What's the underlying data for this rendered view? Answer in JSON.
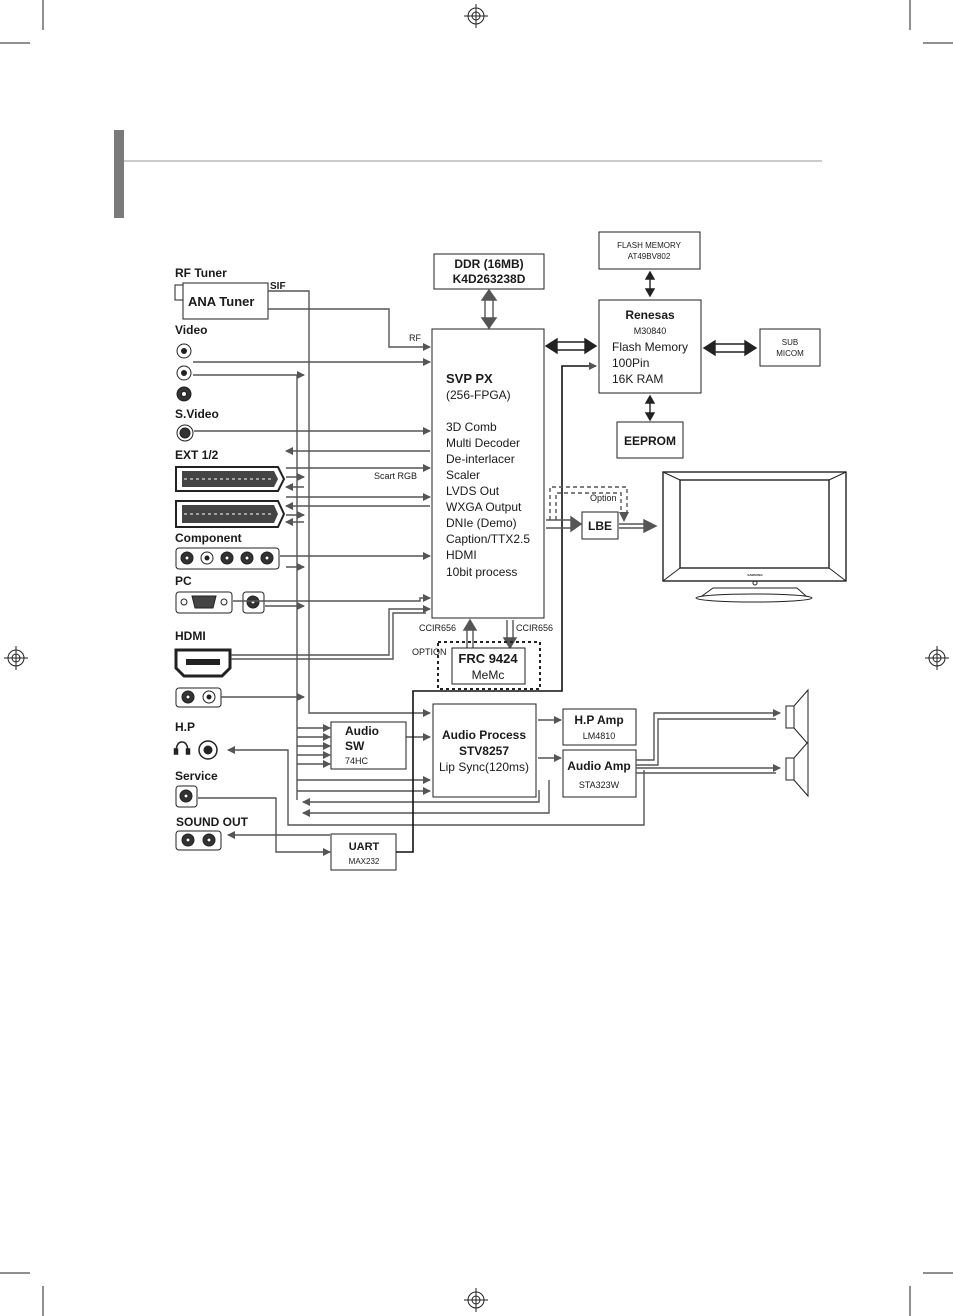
{
  "inputs": {
    "rf_tuner": "RF Tuner",
    "ana_tuner": "ANA Tuner",
    "sif": "SIF",
    "rf": "RF",
    "video": "Video",
    "svideo": "S.Video",
    "ext": "EXT 1/2",
    "scart_rgb": "Scart RGB",
    "component": "Component",
    "pc": "PC",
    "hdmi": "HDMI",
    "hp": "H.P",
    "service": "Service",
    "sound_out": "SOUND OUT"
  },
  "ddr": {
    "line1": "DDR (16MB)",
    "line2": "K4D263238D"
  },
  "flash": {
    "line1": "FLASH MEMORY",
    "line2": "AT49BV802"
  },
  "renesas": {
    "title": "Renesas",
    "model": "M30840",
    "l1": "Flash Memory",
    "l2": "100Pin",
    "l3": "16K RAM"
  },
  "sub_micom": {
    "l1": "SUB",
    "l2": "MICOM"
  },
  "eeprom": "EEPROM",
  "svp": {
    "title": "SVP PX",
    "subtitle": "(256-FPGA)",
    "features": [
      "3D Comb",
      "Multi Decoder",
      "De-interlacer",
      "Scaler",
      "LVDS Out",
      "WXGA Output",
      "DNIe (Demo)",
      "Caption/TTX2.5",
      "HDMI"
    ],
    "extra": "10bit process"
  },
  "lbe": "LBE",
  "option": "Option",
  "ccir_left": "CCIR656",
  "ccir_right": "CCIR656",
  "option_caps": "OPTION",
  "frc": {
    "l1": "FRC 9424",
    "l2": "MeMc"
  },
  "audio_sw": {
    "l1": "Audio",
    "l2": "SW",
    "l3": "74HC"
  },
  "audio_proc": {
    "l1": "Audio Process",
    "l2": "STV8257",
    "l3": "Lip Sync(120ms)"
  },
  "hp_amp": {
    "l1": "H.P Amp",
    "l2": "LM4810"
  },
  "audio_amp": {
    "l1": "Audio Amp",
    "l2": "STA323W"
  },
  "uart": {
    "l1": "UART",
    "l2": "MAX232"
  },
  "tv_brand": "SAMSUNG",
  "colors": {
    "line": "#555555",
    "ink": "#1a1a1a",
    "header_bar": "#7a7a7a"
  }
}
